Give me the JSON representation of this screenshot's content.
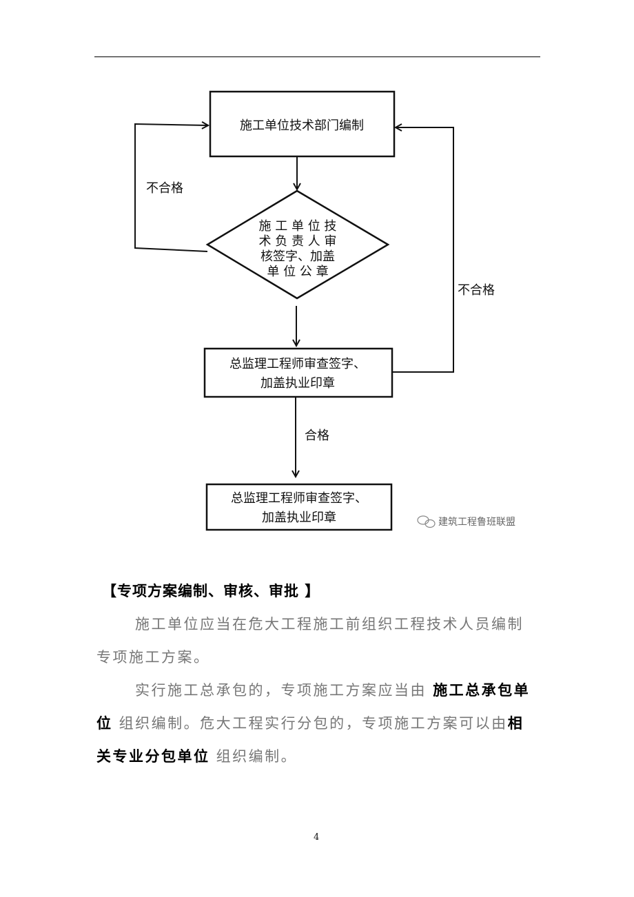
{
  "flowchart": {
    "box1": "施工单位技术部门编制",
    "diamond_lines": [
      "施 工 单 位 技",
      "术 负 责 人 审",
      "核签字、加盖",
      "单 位 公 章"
    ],
    "box3_lines": [
      "总监理工程师审查签字、",
      "加盖执业印章"
    ],
    "box4_lines": [
      "总监理工程师审查签字、",
      "加盖执业印章"
    ],
    "label_fail_left": "不合格",
    "label_fail_right": "不合格",
    "label_pass": "合格",
    "watermark": "建筑工程鲁班联盟"
  },
  "section": {
    "title": "【专项方案编制、审核、审批 】",
    "para1": "施工单位应当在危大工程施工前组织工程技术人员编制专项施工方案。",
    "para2_a": "实行施工总承包的，专项施工方案应当由 ",
    "para2_b": "施工总承包单位",
    "para2_c": " 组织编制。危大工程实行分包的，专项施工方案可以由",
    "para2_d": "相关专业分包单位",
    "para2_e": " 组织编制。"
  },
  "page_number": "4"
}
